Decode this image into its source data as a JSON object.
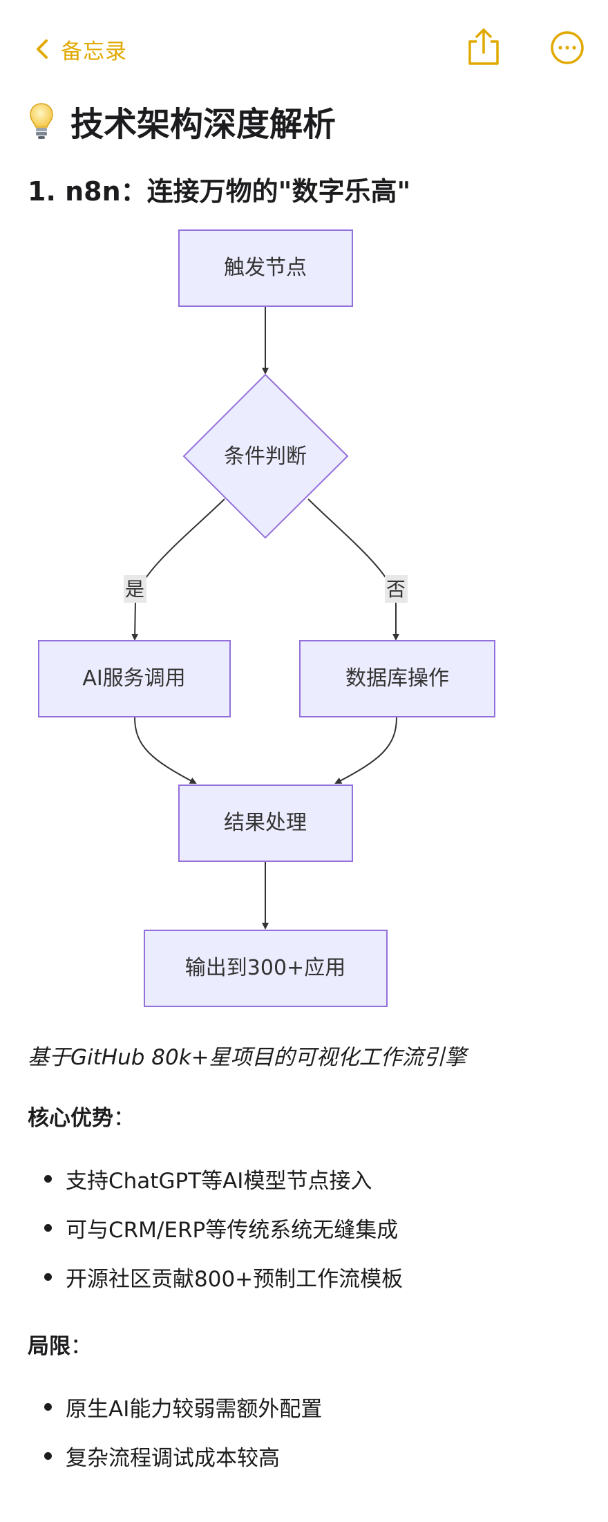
{
  "nav": {
    "back_label": "备忘录",
    "accent": "#e0a900",
    "icons": [
      "chevron-left-icon",
      "share-icon",
      "more-icon"
    ]
  },
  "title": "技术架构深度解析",
  "subtitle": "1. n8n：连接万物的\"数字乐高\"",
  "diagram": {
    "nodes": {
      "trigger": "触发节点",
      "condition": "条件判断",
      "ai": "AI服务调用",
      "db": "数据库操作",
      "result": "结果处理",
      "output": "输出到300+应用"
    },
    "edges": {
      "yes": "是",
      "no": "否"
    },
    "colors": {
      "fill": "#ECECFF",
      "stroke": "#9370DB",
      "edge": "#333333",
      "label_bg": "#e8e8e8"
    }
  },
  "description": "基于GitHub 80k+星项目的可视化工作流引擎",
  "advantages": {
    "heading": "核心优势",
    "colon": "：",
    "items": [
      "支持ChatGPT等AI模型节点接入",
      "可与CRM/ERP等传统系统无缝集成",
      "开源社区贡献800+预制工作流模板"
    ]
  },
  "limitations": {
    "heading": "局限",
    "colon": "：",
    "items": [
      "原生AI能力较弱需额外配置",
      "复杂流程调试成本较高"
    ]
  }
}
